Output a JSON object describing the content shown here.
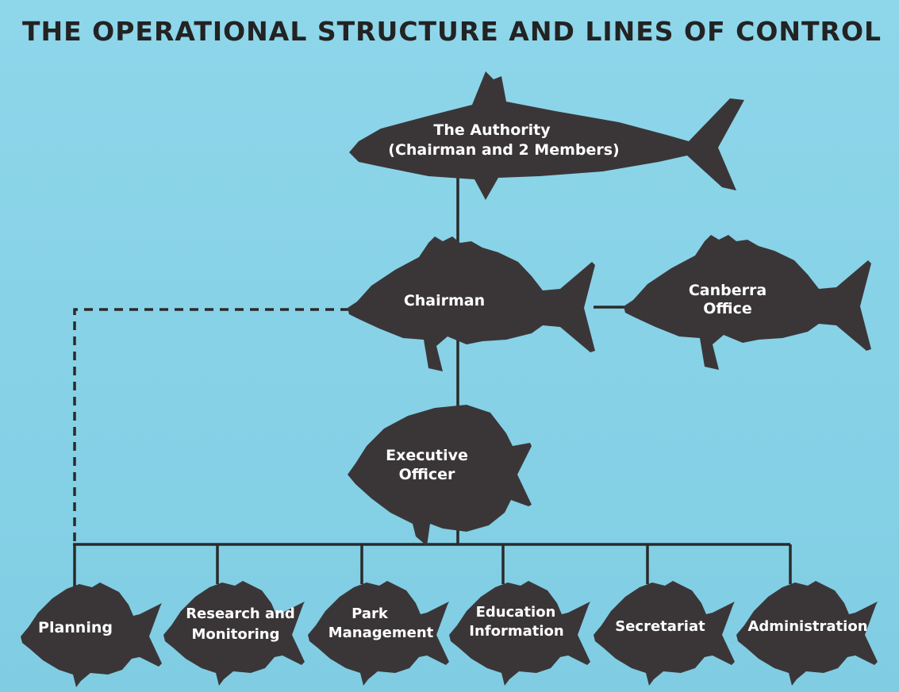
{
  "title": "THE OPERATIONAL STRUCTURE AND LINES OF  CONTROL",
  "colors": {
    "background": "#8ed6ea",
    "fish": "#3a3638",
    "line": "#2a2a2a",
    "label": "#ffffff"
  },
  "nodes": {
    "authority": {
      "line1": "The Authority",
      "line2": "(Chairman and 2 Members)"
    },
    "chairman": {
      "line1": "Chairman"
    },
    "canberra": {
      "line1": "Canberra",
      "line2": "Office"
    },
    "executive": {
      "line1": "Executive",
      "line2": "Officer"
    },
    "planning": {
      "line1": "Planning"
    },
    "research": {
      "line1": "Research and",
      "line2": "Monitoring"
    },
    "park": {
      "line1": "Park",
      "line2": "Management"
    },
    "education": {
      "line1": "Education",
      "line2": "Information"
    },
    "secretariat": {
      "line1": "Secretariat"
    },
    "administration": {
      "line1": "Administration"
    }
  },
  "connections": [
    {
      "from": "authority",
      "to": "chairman",
      "style": "solid"
    },
    {
      "from": "chairman",
      "to": "canberra",
      "style": "solid"
    },
    {
      "from": "chairman",
      "to": "executive",
      "style": "solid"
    },
    {
      "from": "executive",
      "to": "planning",
      "style": "solid"
    },
    {
      "from": "executive",
      "to": "research",
      "style": "solid"
    },
    {
      "from": "executive",
      "to": "park",
      "style": "solid"
    },
    {
      "from": "executive",
      "to": "education",
      "style": "solid"
    },
    {
      "from": "executive",
      "to": "secretariat",
      "style": "solid"
    },
    {
      "from": "executive",
      "to": "administration",
      "style": "solid"
    },
    {
      "from": "chairman",
      "to": "planning",
      "style": "dashed"
    }
  ]
}
